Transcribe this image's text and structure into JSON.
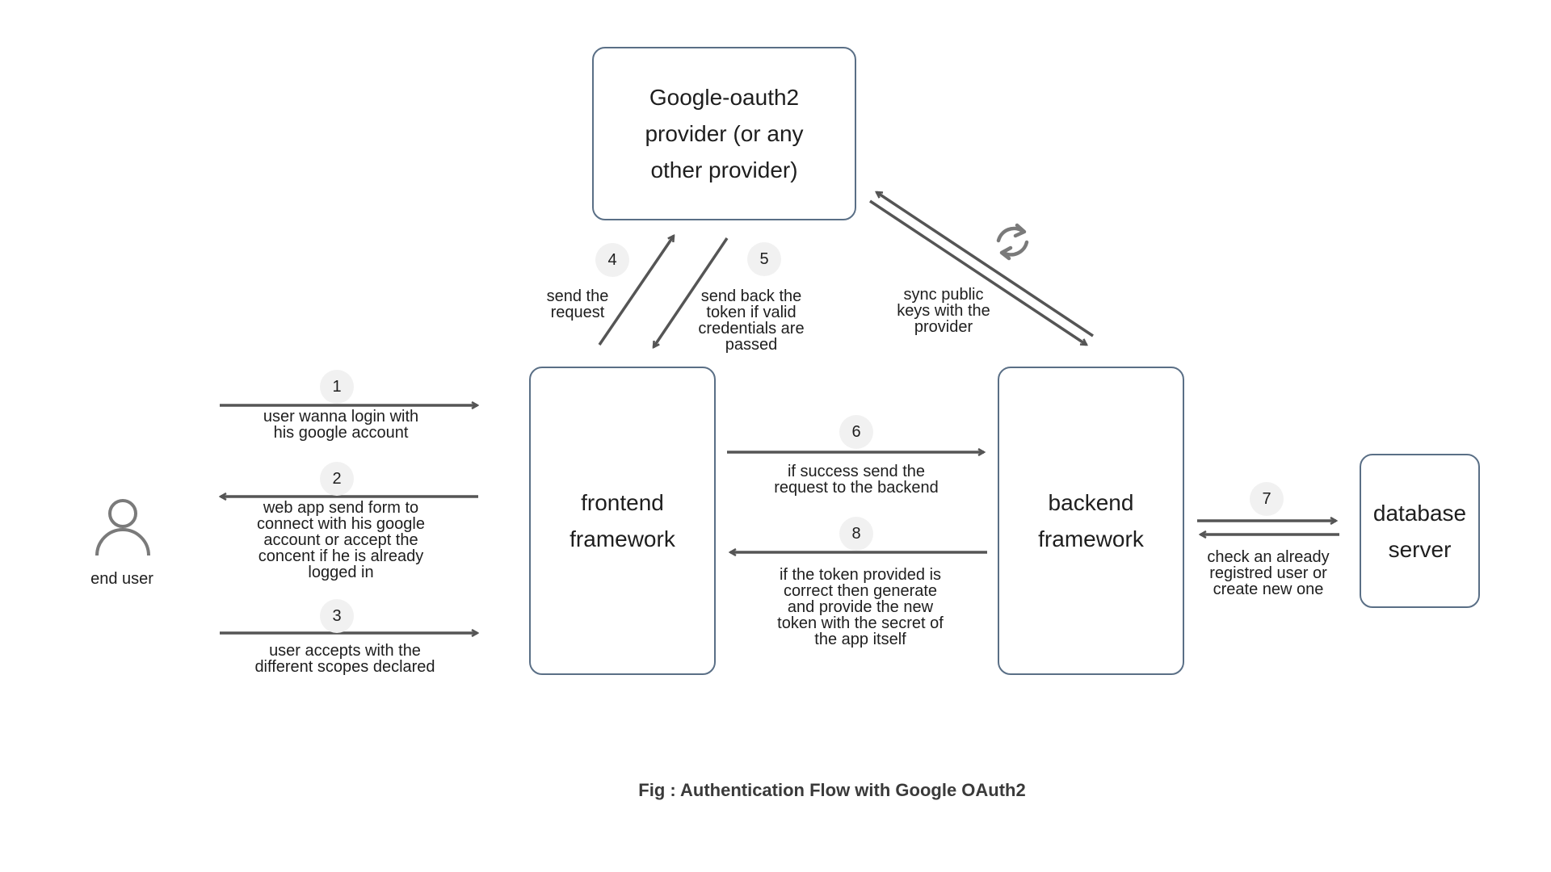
{
  "nodes": {
    "provider": "Google-oauth2\nprovider (or any\nother provider)",
    "frontend": "frontend\nframework",
    "backend": "backend\nframework",
    "database": "database\nserver"
  },
  "actors": {
    "end_user": "end user"
  },
  "steps": [
    {
      "num": "1",
      "label": "user wanna login with\nhis google account"
    },
    {
      "num": "2",
      "label": "web app send form to\nconnect with his google\naccount or accept the\nconcent if he is already\nlogged in"
    },
    {
      "num": "3",
      "label": "user accepts with the\ndifferent scopes declared"
    },
    {
      "num": "4",
      "label": "send the\nrequest"
    },
    {
      "num": "5",
      "label": "send back the\ntoken if valid\ncredentials are\npassed"
    },
    {
      "num": "6",
      "label": "if success send the\nrequest to the backend"
    },
    {
      "num": "7",
      "label": "check an already\nregistred user or\ncreate new one"
    },
    {
      "num": "8",
      "label": "if the token provided is\ncorrect then generate\nand provide the new\ntoken with the secret of\nthe app itself"
    }
  ],
  "sync_label": "sync public\nkeys with the\nprovider",
  "caption": "Fig : Authentication Flow with Google OAuth2",
  "colors": {
    "arrow": "#555555",
    "box_border": "#5a6f86",
    "badge_bg": "#f1f1f1",
    "icon": "#7a7a7a"
  },
  "icons": {
    "user": "user-icon",
    "sync": "sync-icon"
  }
}
